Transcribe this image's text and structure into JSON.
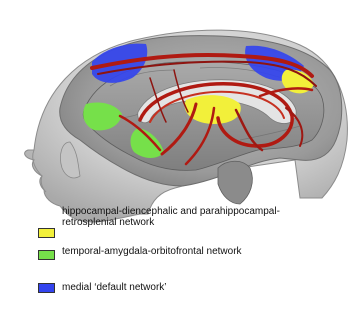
{
  "colors": {
    "hippocampal": "#f2f03a",
    "temporal": "#76e04a",
    "medial": "#3344ee",
    "tracts": "#b01a12",
    "brain": "#9a9a9a",
    "head": "#d8d8d8"
  },
  "legend": {
    "items": [
      {
        "label": "hippocampal-diencephalic and parahippocampal-retrosplenial network",
        "swatch": "#f2f03a"
      },
      {
        "label": "temporal-amygdala-orbitofrontal network",
        "swatch": "#76e04a"
      },
      {
        "label": "medial ‘default network’",
        "swatch": "#3344ee"
      }
    ]
  }
}
